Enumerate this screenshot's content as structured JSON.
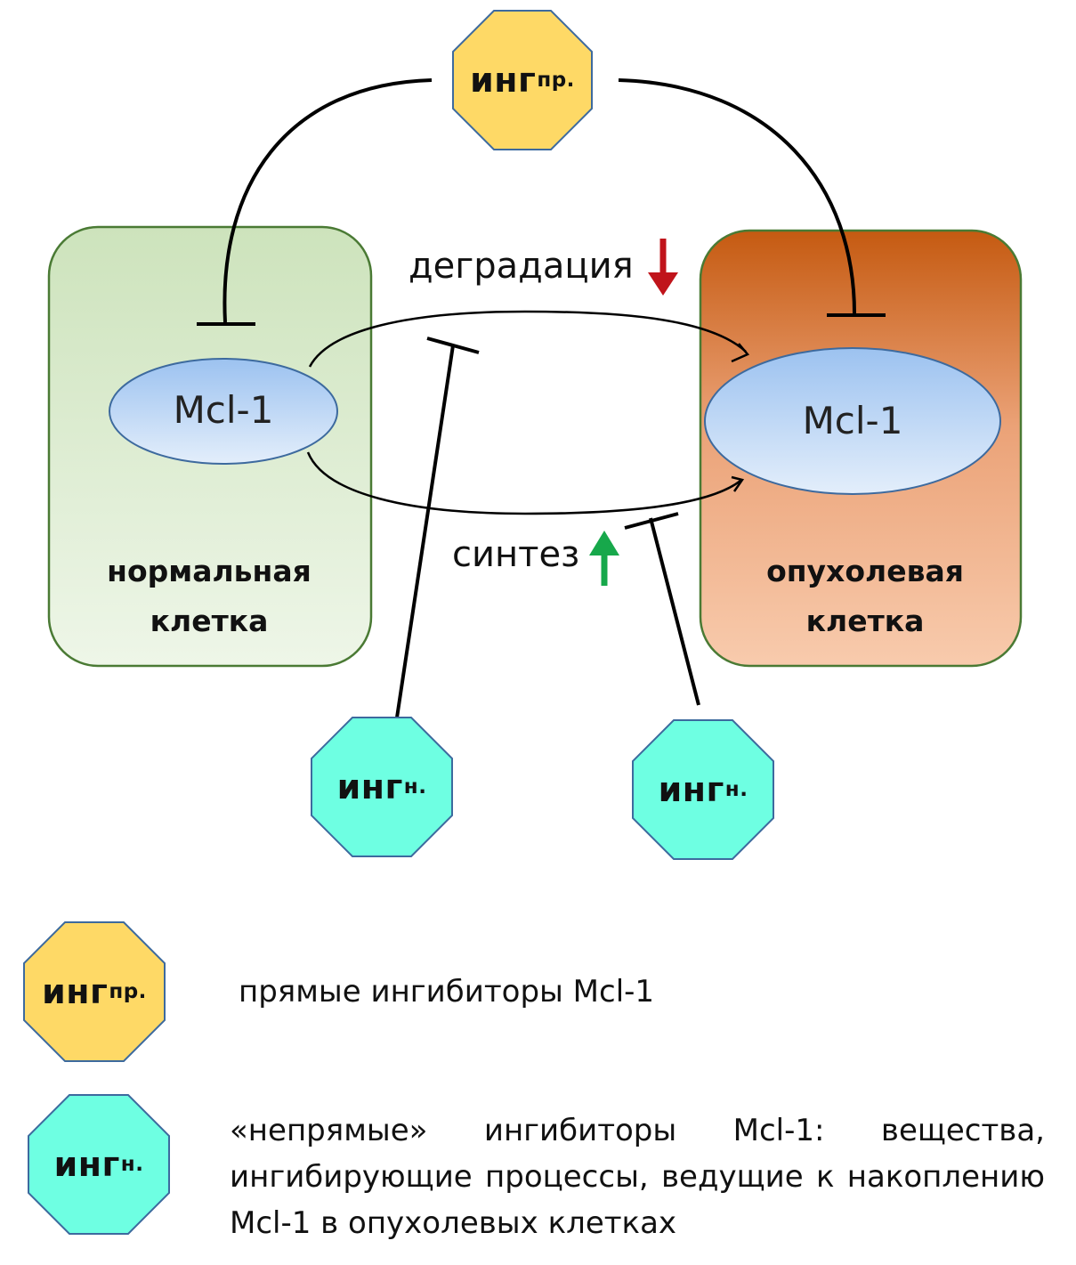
{
  "diagram": {
    "direct_inhibitor": {
      "main": "инг",
      "sub": "пр."
    },
    "indirect_inhibitor": {
      "main": "инг",
      "sub": "н."
    },
    "normal_cell": {
      "protein": "Mcl-1",
      "line1": "нормальная",
      "line2": "клетка"
    },
    "tumor_cell": {
      "protein": "Mcl-1",
      "line1": "опухолевая",
      "line2": "клетка"
    },
    "degradation": {
      "label": "деградация",
      "arrow": "down-arrow-icon",
      "arrow_color": "#c0141b"
    },
    "synthesis": {
      "label": "синтез",
      "arrow": "up-arrow-icon",
      "arrow_color": "#17a84b"
    }
  },
  "legend": {
    "direct": {
      "main": "инг",
      "sub": "пр.",
      "text": "прямые ингибиторы Mcl-1"
    },
    "indirect": {
      "main": "инг",
      "sub": "н.",
      "text": "«непрямые» ингибиторы Mcl-1: вещества, ингибирующие процессы, ведущие к накоплению Mcl-1 в опухолевых клетках"
    }
  },
  "colors": {
    "direct_fill": "#fed966",
    "indirect_fill": "#6effe2",
    "octagon_stroke": "#3d6a9e",
    "normal_cell_top": "#cde3bc",
    "normal_cell_bottom": "#eef6e8",
    "tumor_cell_top": "#c55a11",
    "tumor_cell_bottom": "#f8cbad",
    "mcl_top": "#9cc2f0",
    "mcl_bottom": "#e3eefb"
  }
}
